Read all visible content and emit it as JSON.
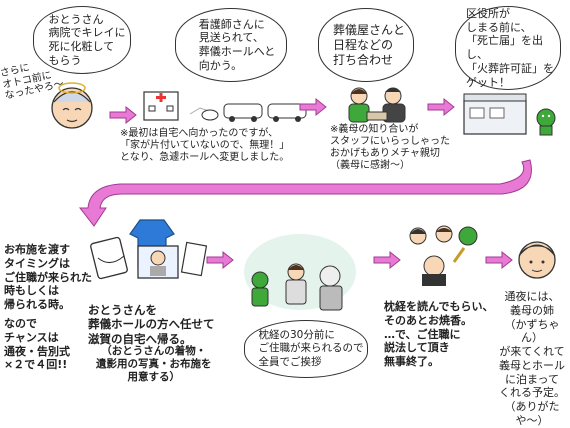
{
  "row1": {
    "step1_bubble": "おとうさん\n病院でキレイに\n死に化粧して\nもらう",
    "step1_side": "さらに\nオトコ前に\nなったやろ〜",
    "step2_bubble": "看護師さんに\n見送られて、\n葬儀ホールへと\n向かう。",
    "step2_note": "※最初は自宅へ向かったのですが、\n「家が片付いていないので、無理！」\nとなり、急遽ホールへ変更しました。",
    "step3_bubble": "葬儀屋さんと\n日程などの\n打ち合わせ",
    "step3_note": "※義母の知り合いが\nスタッフにいらっしゃった\nおかげもありメチャ親切\n（義母に感謝〜）",
    "step4_bubble": "区役所が\nしまる前に、\n「死亡届」を出し、\n「火葬許可証」を\nゲット！"
  },
  "row2": {
    "left_text1": "お布施を渡す\nタイミングは\nご住職が来られた\n時もしくは\n帰られる時。",
    "left_text2": "なので\nチャンスは\n通夜・告別式\n×２で４回!!",
    "home_text": "おとうさんを\n葬儀ホールの方へ任せて\n滋賀の自宅へ帰る。",
    "home_sub": "（おとうさんの着物・\n遺影用の写真・お布施を\n用意する）",
    "pillow_bubble": "枕経の30分前に\nご住職が来られるので\n全員でご挨拶",
    "sutra_text": "枕経を読んでもらい、\nそのあとお焼香。\n…で、ご住職に\n説法して頂き\n無事終了。",
    "vigil_text": "通夜には、\n義母の姉\n（かずちゃん）\nが来てくれて\n義母とホール\nに泊まって\nくれる予定。\n（ありがたや〜）"
  },
  "colors": {
    "arrow": "#e87ad6",
    "grass": "#3ea83a",
    "skin": "#f7d7b5"
  }
}
